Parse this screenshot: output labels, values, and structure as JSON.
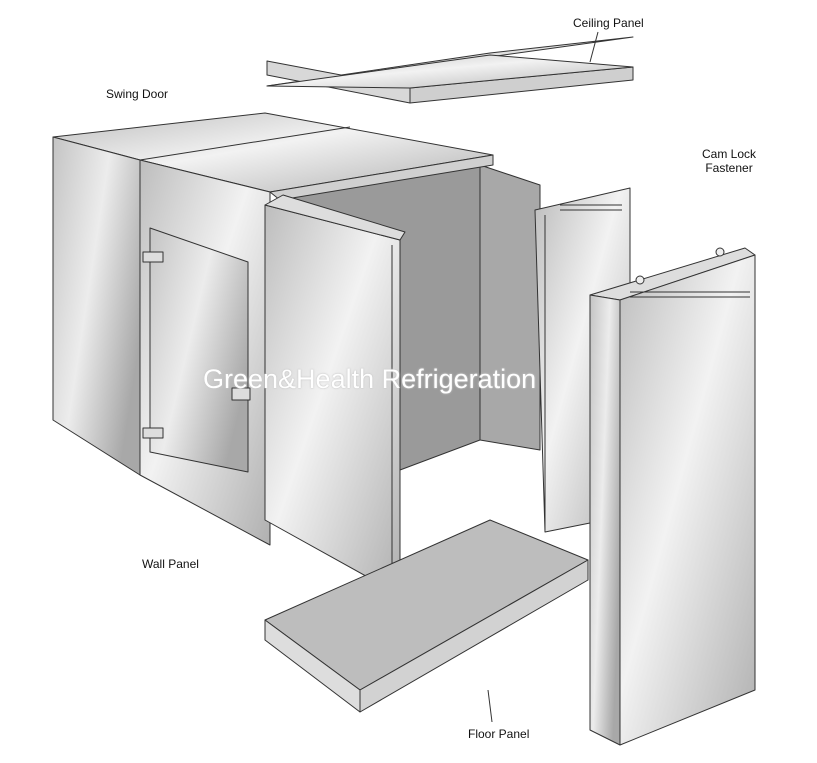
{
  "labels": {
    "ceiling_panel": "Ceiling Panel",
    "swing_door": "Swing Door",
    "cam_lock_line1": "Cam Lock",
    "cam_lock_line2": "Fastener",
    "wall_panel": "Wall Panel",
    "floor_panel": "Floor Panel"
  },
  "watermark": "Green&Health Refrigeration",
  "colors": {
    "panel_light": "#e4e4e4",
    "panel_mid": "#c8c8c8",
    "interior": "#9a9a9a",
    "outline": "#333333"
  }
}
